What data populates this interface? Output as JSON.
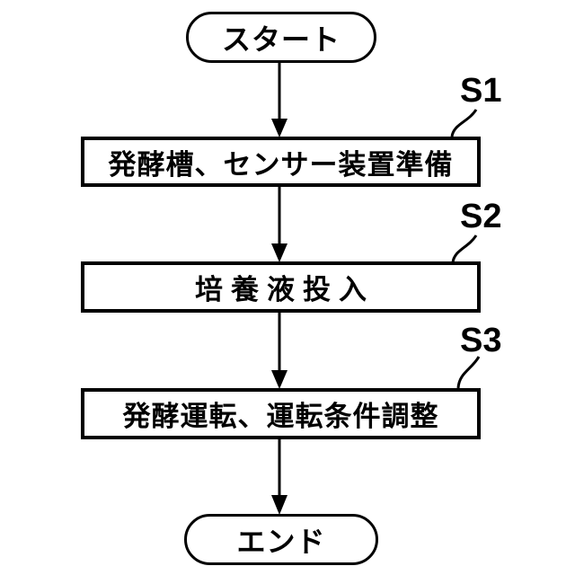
{
  "diagram": {
    "type": "flowchart",
    "direction": "top-to-bottom",
    "colors": {
      "line": "#000000",
      "text": "#000000",
      "background": "#ffffff"
    },
    "nodes": [
      {
        "id": "start",
        "shape": "terminal",
        "label": "スタート"
      },
      {
        "id": "step1",
        "shape": "process",
        "step": "S1",
        "label": "発酵槽、センサー装置準備"
      },
      {
        "id": "step2",
        "shape": "process",
        "step": "S2",
        "label": "培養液投入"
      },
      {
        "id": "step3",
        "shape": "process",
        "step": "S3",
        "label": "発酵運転、運転条件調整"
      },
      {
        "id": "end",
        "shape": "terminal",
        "label": "エンド"
      }
    ],
    "edges": [
      {
        "from": "start",
        "to": "step1"
      },
      {
        "from": "step1",
        "to": "step2"
      },
      {
        "from": "step2",
        "to": "step3"
      },
      {
        "from": "step3",
        "to": "end"
      }
    ]
  }
}
